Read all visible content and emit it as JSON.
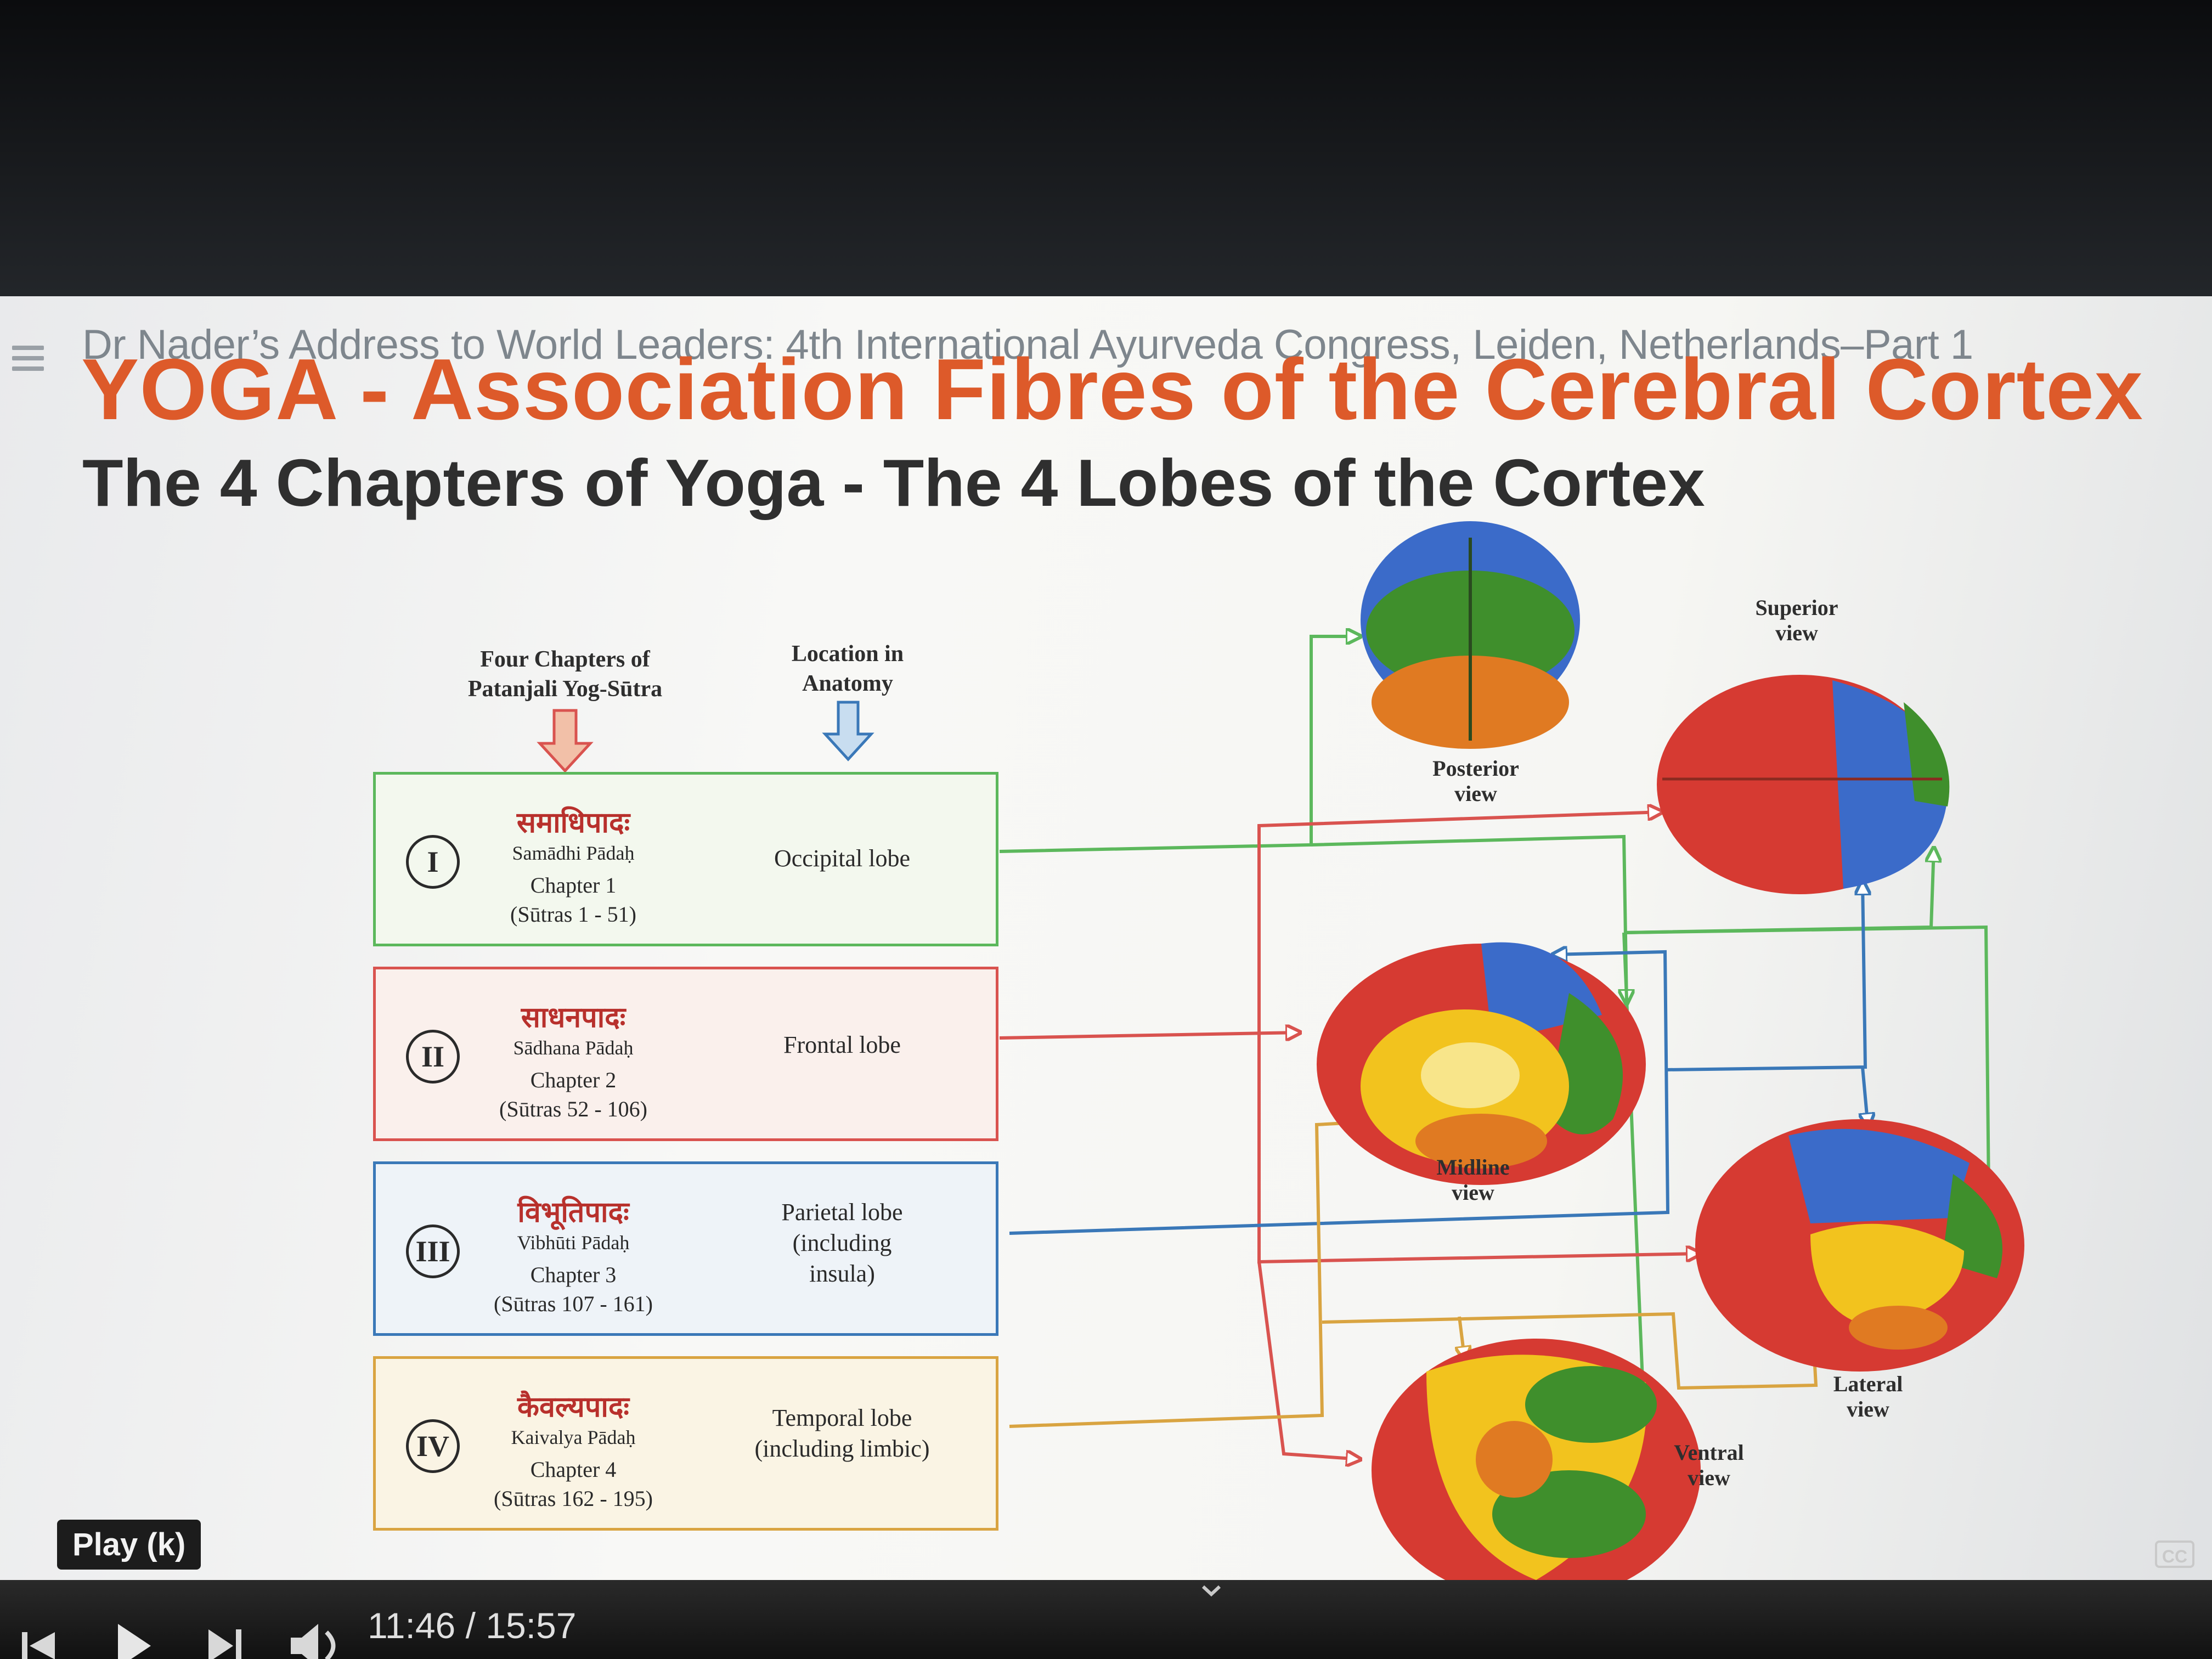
{
  "player": {
    "video_title": "Dr Nader’s Address to World Leaders: 4th International Ayurveda Congress, Leiden, Netherlands–Part 1",
    "tooltip": "Play (k)",
    "time_display": "11:46 / 15:57",
    "cc_label": "CC",
    "progress_fraction": 0.802,
    "buffered_fraction": 0.846,
    "progress_color": "#ff0000"
  },
  "slide": {
    "title": "YOGA - Association Fibres of the Cerebral Cortex",
    "subtitle": "The 4 Chapters of Yoga - The 4 Lobes of the Cortex",
    "header_chapters_l1": "Four Chapters of",
    "header_chapters_l2": "Patanjali Yog-Sūtra",
    "header_location_l1": "Location in",
    "header_location_l2": "Anatomy",
    "chapters": [
      {
        "numeral": "I",
        "devanagari": "समाधिपादः",
        "iast": "Samādhi Pādaḥ",
        "chapter": "Chapter 1",
        "sutras": "(Sūtras 1 - 51)",
        "lobe_l1": "Occipital  lobe",
        "lobe_l2": "",
        "lobe_l3": "",
        "color": "#5cb85c"
      },
      {
        "numeral": "II",
        "devanagari": "साधनपादः",
        "iast": "Sādhana Pādaḥ",
        "chapter": "Chapter 2",
        "sutras": "(Sūtras 52 - 106)",
        "lobe_l1": "Frontal lobe",
        "lobe_l2": "",
        "lobe_l3": "",
        "color": "#d9534f"
      },
      {
        "numeral": "III",
        "devanagari": "विभूतिपादः",
        "iast": "Vibhūti Pādaḥ",
        "chapter": "Chapter 3",
        "sutras": "(Sūtras 107 - 161)",
        "lobe_l1": "Parietal lobe",
        "lobe_l2": "(including",
        "lobe_l3": "insula)",
        "color": "#3a78b8"
      },
      {
        "numeral": "IV",
        "devanagari": "कैवल्यपादः",
        "iast": "Kaivalya Pādaḥ",
        "chapter": "Chapter 4",
        "sutras": "(Sūtras 162 - 195)",
        "lobe_l1": "Temporal lobe",
        "lobe_l2": "(including limbic)",
        "lobe_l3": "",
        "color": "#d9a441"
      }
    ],
    "views": {
      "posterior_l1": "Posterior",
      "posterior_l2": "view",
      "superior_l1": "Superior",
      "superior_l2": "view",
      "midline_l1": "Midline",
      "midline_l2": "view",
      "lateral_l1": "Lateral",
      "lateral_l2": "view",
      "ventral_l1": "Ventral",
      "ventral_l2": "view"
    }
  },
  "colors": {
    "occipital": "#5cb85c",
    "frontal": "#d9534f",
    "parietal": "#3a78b8",
    "temporal": "#d9a441",
    "title_orange": "#dd5a2a"
  }
}
